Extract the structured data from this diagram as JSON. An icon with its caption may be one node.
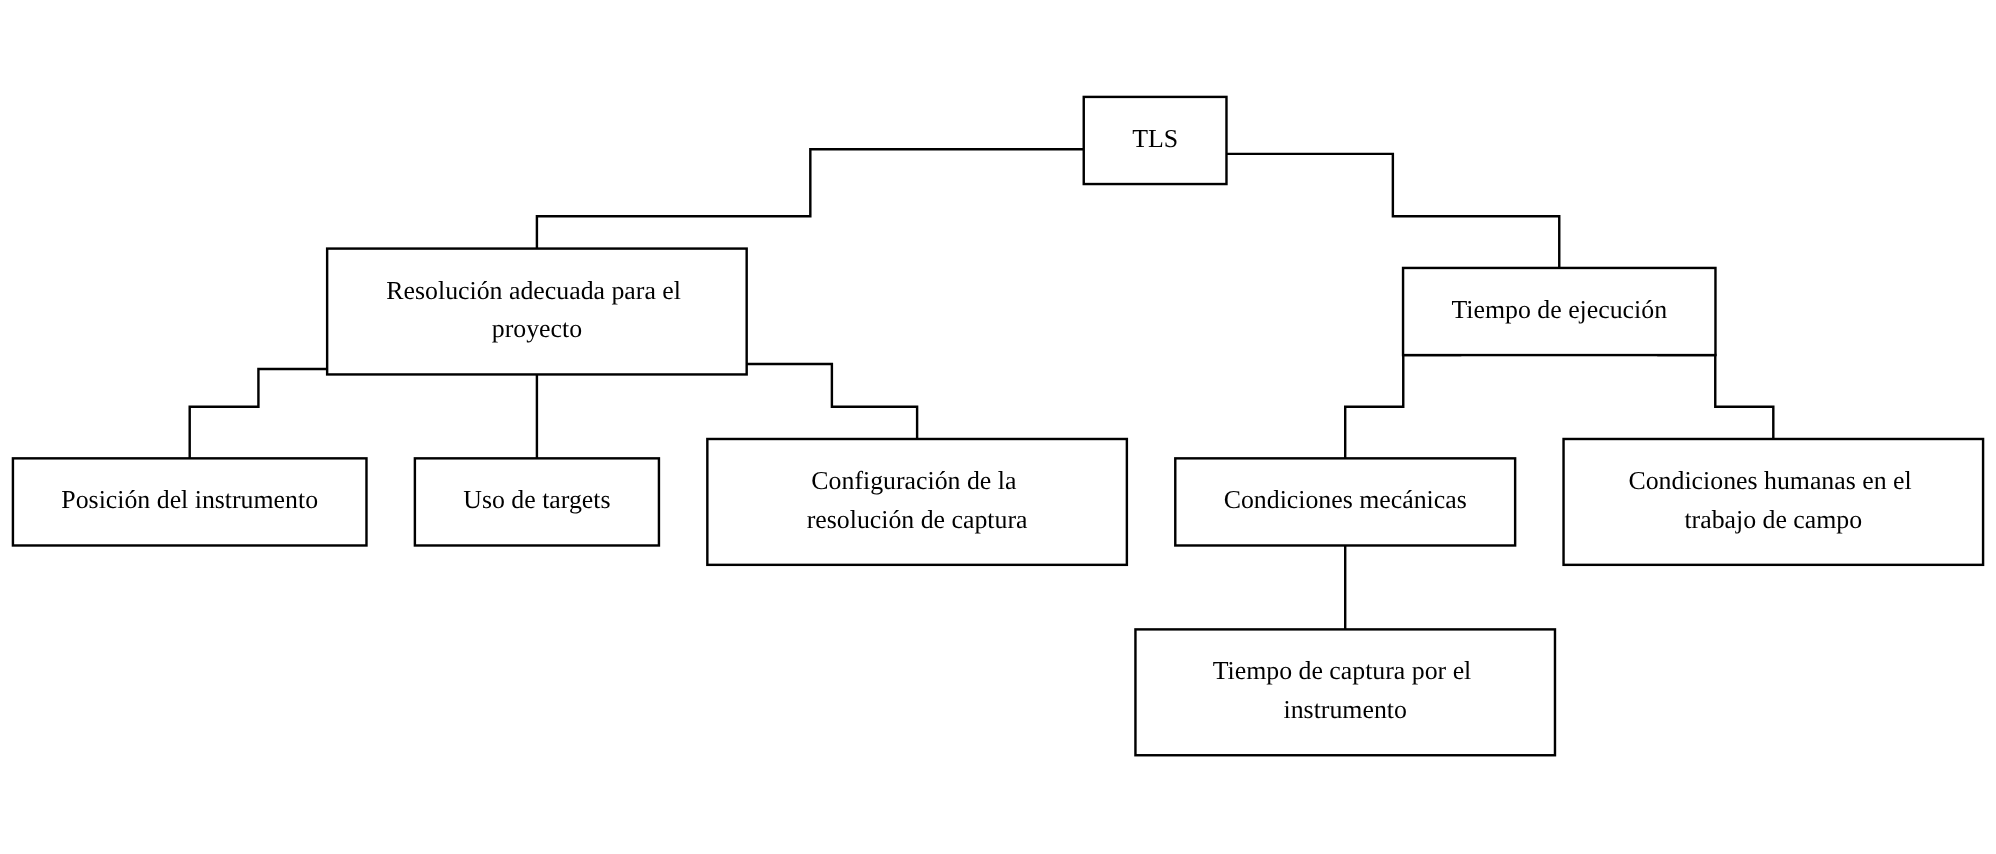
{
  "diagram": {
    "nodes": [
      {
        "text": [
          "TLS"
        ]
      },
      {
        "text": [
          "Resolución adecuada para el proyecto"
        ]
      },
      {
        "text": [
          "Tiempo de ejecución"
        ]
      },
      {
        "text": [
          "Posición del instrumento"
        ]
      },
      {
        "text": [
          "Uso de targets"
        ]
      },
      {
        "text": [
          "Configuración de la resolución de captura"
        ]
      },
      {
        "text": [
          "Condiciones mecánicas"
        ]
      },
      {
        "text": [
          "Condiciones humanas en el trabajo de campo"
        ]
      },
      {
        "text": [
          "Tiempo de captura por el instrumento"
        ]
      }
    ],
    "edges": [
      {
        "from": 0,
        "to": 1,
        "arrow": "none"
      },
      {
        "from": 0,
        "to": 2,
        "arrow": "none"
      },
      {
        "from": 1,
        "to": 3,
        "arrow": "none"
      },
      {
        "from": 1,
        "to": 4,
        "arrow": "none"
      },
      {
        "from": 1,
        "to": 5,
        "arrow": "none"
      },
      {
        "from": 2,
        "to": 6,
        "arrow": "none"
      },
      {
        "from": 2,
        "to": 7,
        "arrow": "none"
      },
      {
        "from": 6,
        "to": 8,
        "arrow": "none"
      }
    ]
  }
}
